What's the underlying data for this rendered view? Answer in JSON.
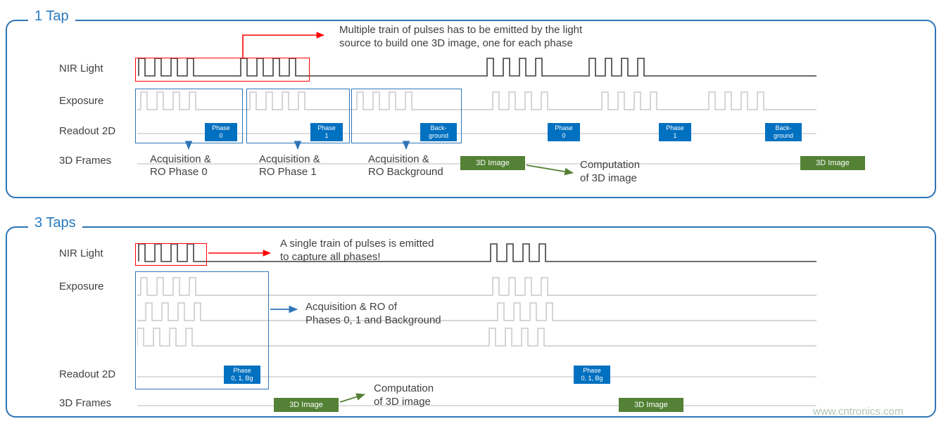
{
  "watermark": "www.cntronics.com",
  "colors": {
    "accent_blue": "#2E75B6",
    "badge_blue": "#0070C0",
    "badge_green": "#538135",
    "annotation_red": "#FF0000",
    "wave_dark": "#3F3F3F",
    "wave_light": "#C9C9C9",
    "text_gray": "#404040"
  },
  "tap1": {
    "title": "1 Tap",
    "row_labels": {
      "nir": "NIR Light",
      "exposure": "Exposure",
      "readout": "Readout 2D",
      "frames": "3D Frames"
    },
    "pulse_note": {
      "lines": [
        "Multiple train of pulses has to be emitted by the light",
        "source to build one 3D image, one for each phase"
      ]
    },
    "readout_badges": [
      {
        "line1": "Phase",
        "line2": "0"
      },
      {
        "line1": "Phase",
        "line2": "1"
      },
      {
        "line1": "Back-",
        "line2": "ground"
      },
      {
        "line1": "Phase",
        "line2": "0"
      },
      {
        "line1": "Phase",
        "line2": "1"
      },
      {
        "line1": "Back-",
        "line2": "ground"
      }
    ],
    "acquisition_labels": [
      {
        "line1": "Acquisition &",
        "line2": "RO Phase 0"
      },
      {
        "line1": "Acquisition &",
        "line2": "RO Phase 1"
      },
      {
        "line1": "Acquisition &",
        "line2": "RO Background"
      }
    ],
    "frame_badges": [
      "3D Image",
      "3D Image"
    ],
    "computation_note": {
      "lines": [
        "Computation",
        "of 3D image"
      ]
    }
  },
  "tap3": {
    "title": "3 Taps",
    "row_labels": {
      "nir": "NIR Light",
      "exposure": "Exposure",
      "readout": "Readout 2D",
      "frames": "3D Frames"
    },
    "pulse_note": {
      "lines": [
        "A single train of pulses is emitted",
        "to capture all phases!"
      ]
    },
    "acquisition_note": {
      "lines": [
        "Acquisition & RO of",
        "Phases 0, 1 and Background"
      ]
    },
    "readout_badges": [
      {
        "line1": "Phase",
        "line2": "0, 1, Bg"
      },
      {
        "line1": "Phase",
        "line2": "0, 1, Bg"
      }
    ],
    "frame_badges": [
      "3D Image",
      "3D Image"
    ],
    "computation_note": {
      "lines": [
        "Computation",
        "of 3D image"
      ]
    }
  }
}
